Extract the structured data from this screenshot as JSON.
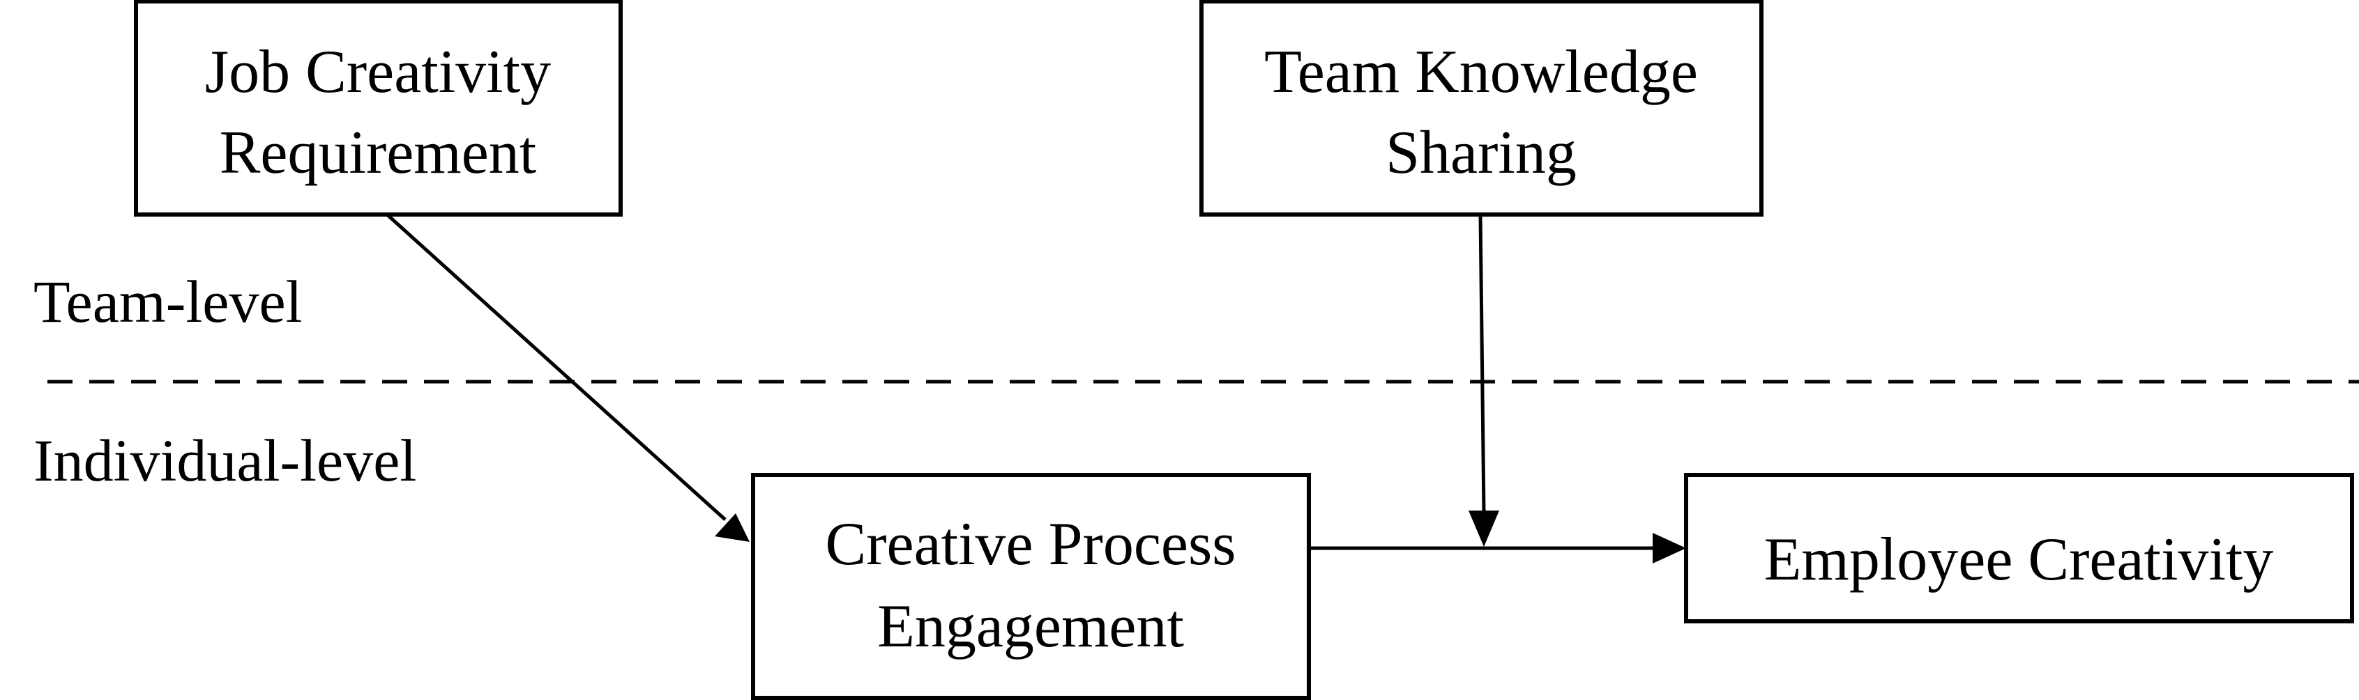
{
  "levels": {
    "upper_label": "Team-level",
    "lower_label": "Individual-level"
  },
  "nodes": {
    "job_creativity_requirement": {
      "line1": "Job Creativity",
      "line2": "Requirement"
    },
    "team_knowledge_sharing": {
      "line1": "Team Knowledge",
      "line2": "Sharing"
    },
    "creative_process_engagement": {
      "line1": "Creative Process",
      "line2": "Engagement"
    },
    "employee_creativity": {
      "line1": "Employee Creativity"
    }
  },
  "edges": [
    {
      "from": "job_creativity_requirement",
      "to": "creative_process_engagement"
    },
    {
      "from": "creative_process_engagement",
      "to": "employee_creativity"
    },
    {
      "from": "team_knowledge_sharing",
      "to": "creative_process_engagement→employee_creativity"
    }
  ],
  "colors": {
    "stroke": "#000000",
    "background": "#ffffff"
  }
}
